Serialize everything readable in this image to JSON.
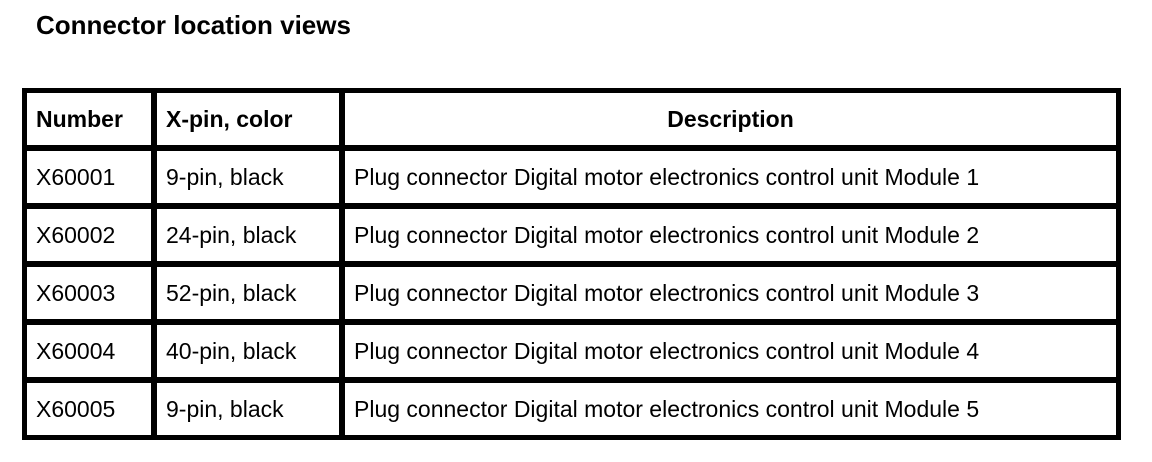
{
  "page": {
    "title": "Connector location views"
  },
  "colors": {
    "background": "#ffffff",
    "border": "#000000",
    "text": "#000000"
  },
  "table": {
    "columns": [
      {
        "key": "number",
        "label": "Number"
      },
      {
        "key": "pin_color",
        "label": "X-pin, color"
      },
      {
        "key": "description",
        "label": "Description"
      }
    ],
    "rows": [
      {
        "number": "X60001",
        "pin_color": "9-pin, black",
        "description": "Plug connector Digital motor electronics control unit Module 1"
      },
      {
        "number": "X60002",
        "pin_color": "24-pin, black",
        "description": "Plug connector Digital motor electronics control unit Module 2"
      },
      {
        "number": "X60003",
        "pin_color": "52-pin, black",
        "description": "Plug connector Digital motor electronics control unit Module 3"
      },
      {
        "number": "X60004",
        "pin_color": "40-pin, black",
        "description": "Plug connector Digital motor electronics control unit Module 4"
      },
      {
        "number": "X60005",
        "pin_color": "9-pin, black",
        "description": "Plug connector Digital motor electronics control unit Module 5"
      }
    ]
  }
}
